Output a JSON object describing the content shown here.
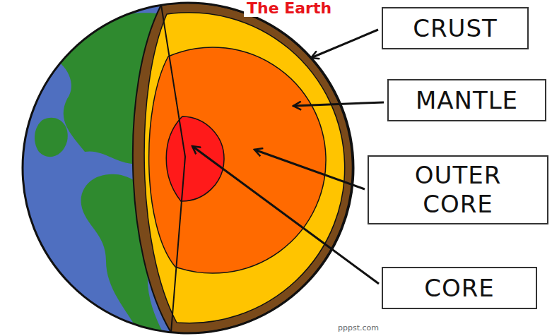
{
  "diagram": {
    "title": "The Earth",
    "nodes": [
      {
        "text": [
          "CRUST"
        ]
      },
      {
        "text": [
          "MANTLE"
        ]
      },
      {
        "text": [
          "OUTER CORE"
        ]
      },
      {
        "text": [
          "CORE"
        ]
      }
    ],
    "labels": [
      "pppst.com"
    ]
  }
}
